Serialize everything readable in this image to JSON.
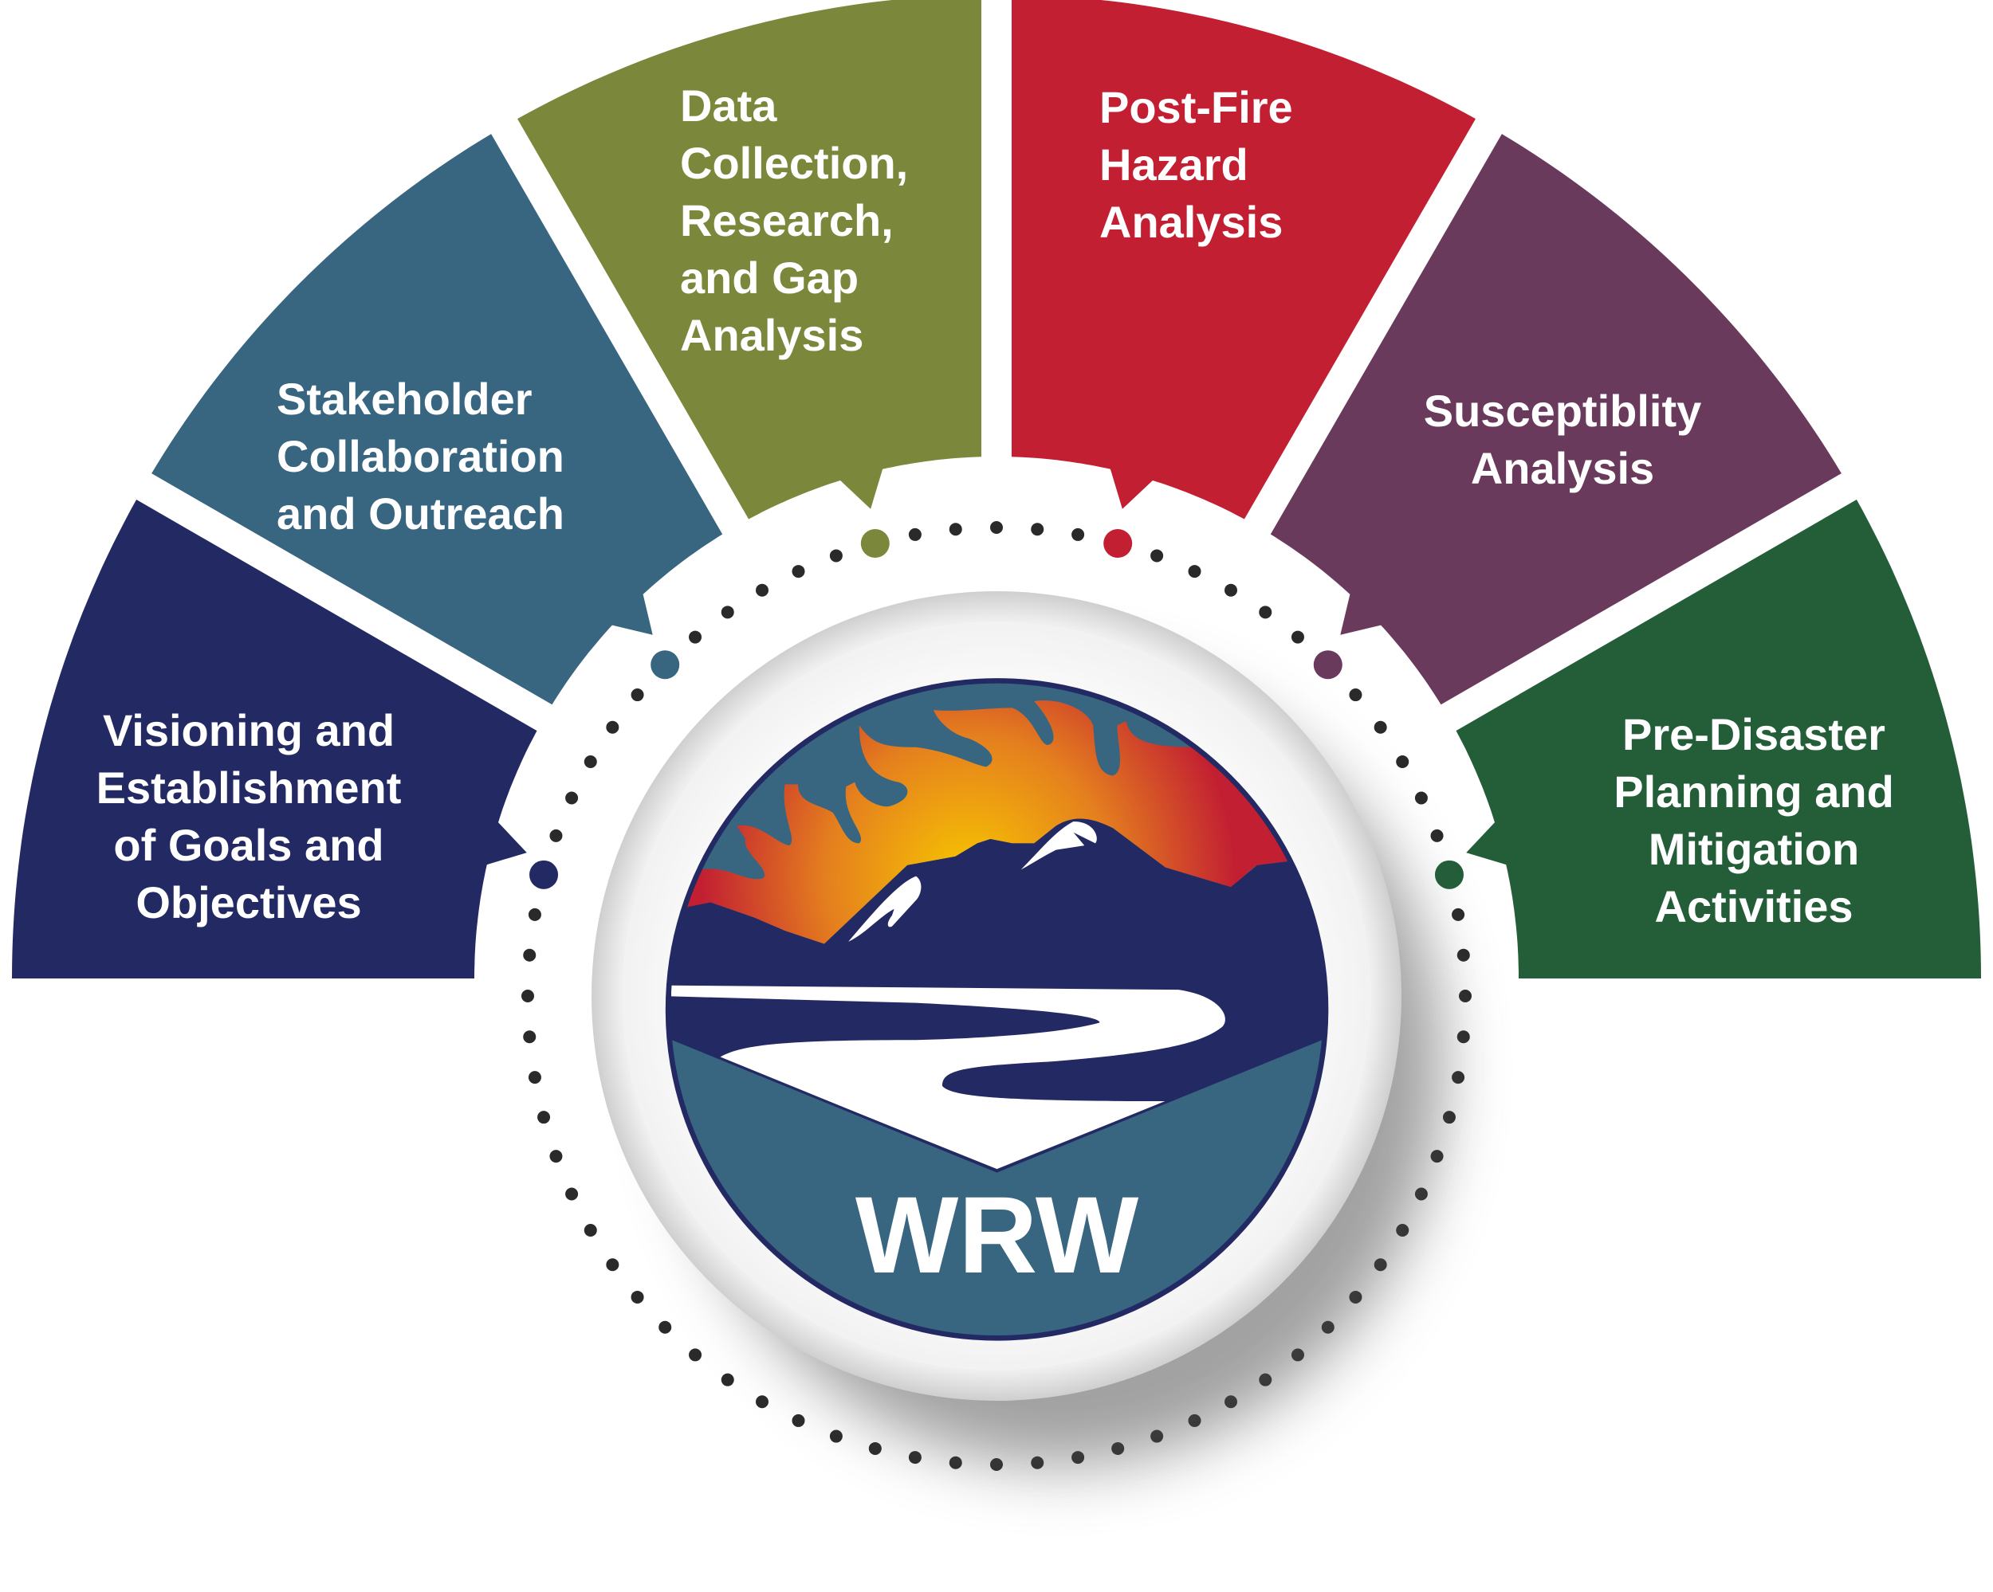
{
  "segments": [
    {
      "id": "visioning",
      "color": "#232a63",
      "lines": [
        "Visioning and",
        "Establishment",
        "of Goals and",
        "Objectives"
      ]
    },
    {
      "id": "stakeholder",
      "color": "#386580",
      "lines": [
        "Stakeholder",
        "Collaboration",
        "and Outreach"
      ]
    },
    {
      "id": "data-collection",
      "color": "#7b873a",
      "lines": [
        "Data",
        "Collection,",
        "Research,",
        "and Gap",
        "Analysis"
      ]
    },
    {
      "id": "post-fire",
      "color": "#c21f32",
      "lines": [
        "Post-Fire",
        "Hazard",
        "Analysis"
      ]
    },
    {
      "id": "susceptibility",
      "color": "#6a3a5d",
      "lines": [
        "Susceptiblity",
        "Analysis"
      ]
    },
    {
      "id": "pre-disaster",
      "color": "#235e39",
      "lines": [
        "Pre-Disaster",
        "Planning and",
        "Mitigation",
        "Activities"
      ]
    }
  ],
  "logo": {
    "text": "WRW",
    "sky_color": "#386580",
    "mountain_color": "#232a63",
    "dot_color": "#2a2a2a"
  }
}
